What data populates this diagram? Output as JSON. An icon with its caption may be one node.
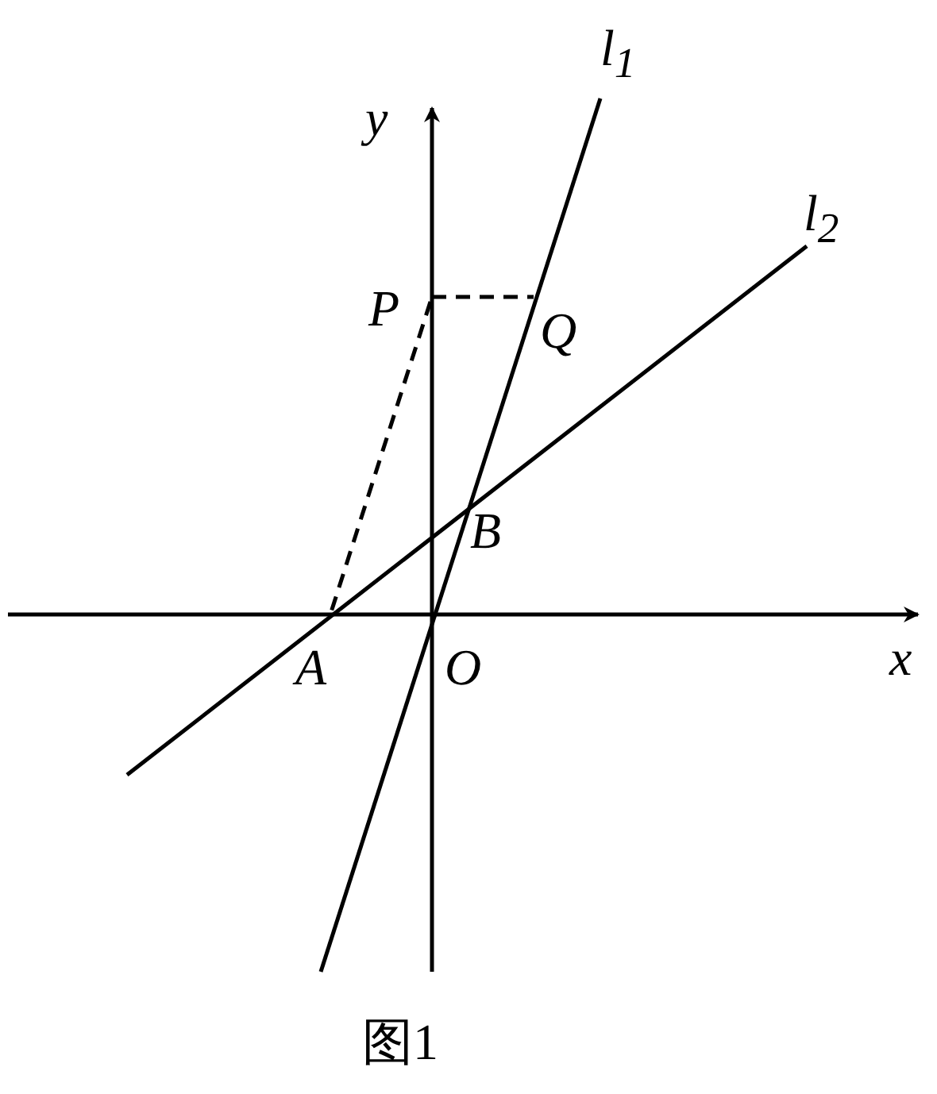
{
  "diagram": {
    "caption": "图1",
    "labels": [
      "l$_{1}$",
      "y",
      "l$_{2}$",
      "P",
      "Q",
      "B",
      "A",
      "O",
      "x"
    ]
  }
}
